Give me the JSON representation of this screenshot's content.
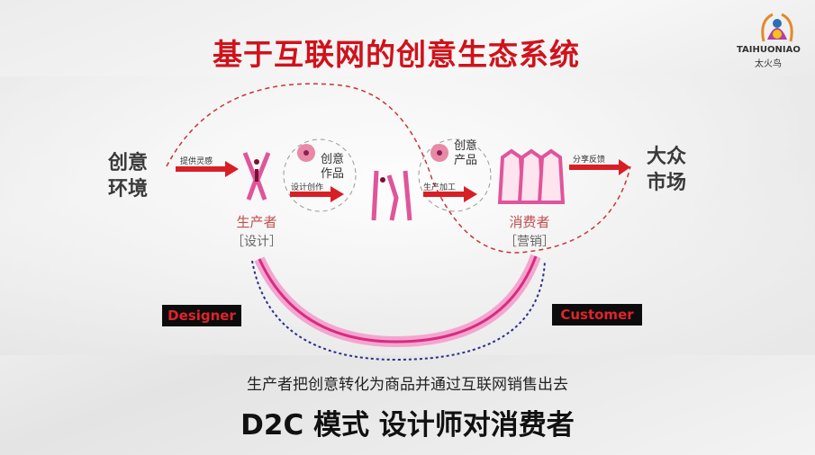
{
  "title": "基于互联网的创意生态系统",
  "logo": {
    "brand_en": "TAIHUONIAO",
    "brand_cn": "太火鸟"
  },
  "diagram": {
    "source": "创意环境",
    "arrow1": "提供灵感",
    "producer": {
      "role": "生产者",
      "bracket": "［设计］"
    },
    "circle1": {
      "title": "创意作品",
      "arrow": "设计创作"
    },
    "circle2": {
      "title": "创意产品",
      "arrow": "生产加工"
    },
    "consumer": {
      "role": "消费者",
      "bracket": "［营销］"
    },
    "arrow4": "分享反馈",
    "target": "大众市场",
    "designer_tag": "Designer",
    "customer_tag": "Customer"
  },
  "subtitle": "生产者把创意转化为商品并通过互联网销售出去",
  "headline": "D2C 模式 设计师对消费者",
  "colors": {
    "accent": "#d0121b",
    "pink": "#e0559a"
  }
}
